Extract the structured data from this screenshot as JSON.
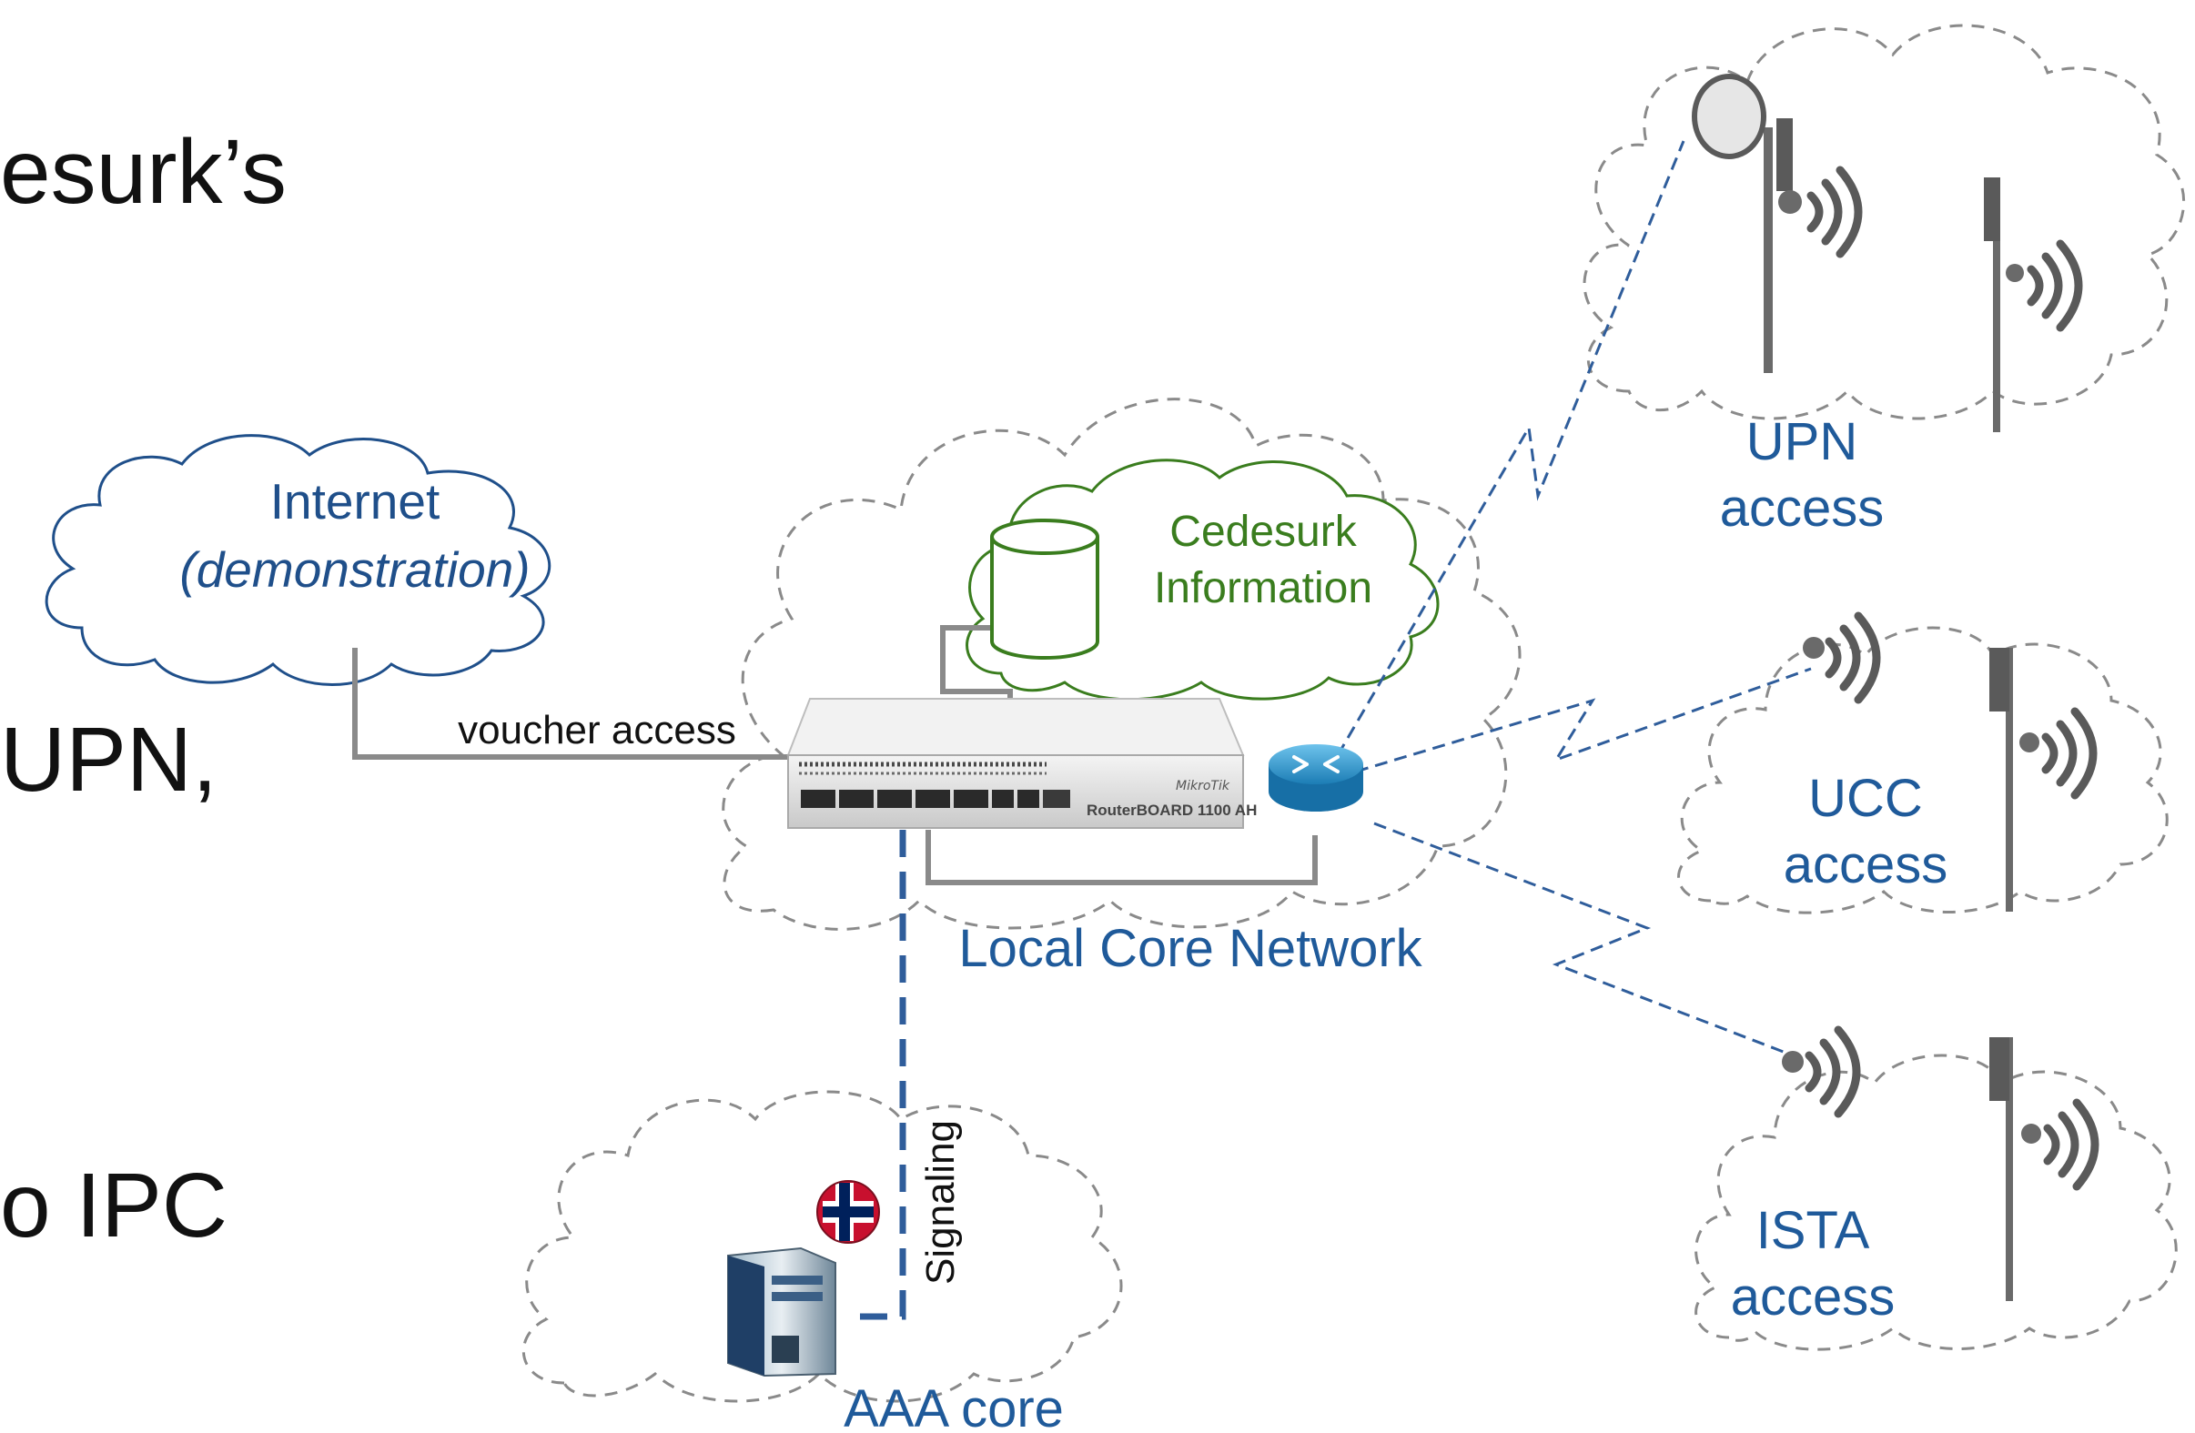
{
  "slide_fragments": [
    "esurk’s",
    "UPN,",
    "o IPC"
  ],
  "clouds": {
    "internet": {
      "line1": "Internet",
      "line2": "(demonstration)"
    },
    "cedesurk": {
      "line1": "Cedesurk",
      "line2": "Information"
    },
    "local_core": {
      "label": "Local Core Network"
    },
    "aaa": {
      "label": "AAA core"
    },
    "upn": {
      "line1": "UPN",
      "line2": "access"
    },
    "ucc": {
      "line1": "UCC",
      "line2": "access"
    },
    "ista": {
      "line1": "ISTA",
      "line2": "access"
    }
  },
  "links": {
    "voucher": "voucher access",
    "signaling": "Signaling"
  },
  "router": {
    "brand": "MikroTik",
    "model": "RouterBOARD 1100 AH"
  },
  "icons": [
    "router-icon",
    "server-icon",
    "norway-flag-icon",
    "database-icon",
    "dish-antenna-icon",
    "wifi-antenna-icon"
  ],
  "colors": {
    "blue": "#1f5a9a",
    "green": "#3a7d1e",
    "grey": "#7a7a7a",
    "dash_blue": "#2f5d9b"
  }
}
